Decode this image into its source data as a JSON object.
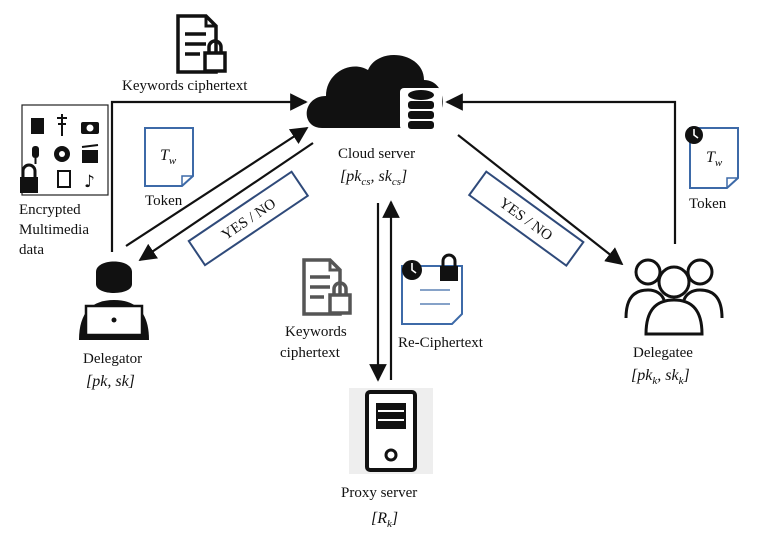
{
  "labels": {
    "keywords_ciphertext_top": "Keywords ciphertext",
    "cloud_server": "Cloud server",
    "encrypted_multimedia_line1": "Encrypted",
    "encrypted_multimedia_line2": "Multimedia",
    "encrypted_multimedia_line3": "data",
    "token_left": "Token",
    "token_right": "Token",
    "yes_no_left": "YES / NO",
    "yes_no_right": "YES / NO",
    "delegator": "Delegator",
    "keywords_ciphertext_mid_line1": "Keywords",
    "keywords_ciphertext_mid_line2": "ciphertext",
    "re_ciphertext": "Re-Ciphertext",
    "delegatee": "Delegatee",
    "proxy_server": "Proxy server"
  },
  "keys": {
    "cloud": {
      "open": "[",
      "var1": "pk",
      "sub1": "cs",
      "sep": ", ",
      "var2": "sk",
      "sub2": "cs",
      "close": "]"
    },
    "delegator": {
      "open": "[",
      "var1": "pk",
      "sep": ", ",
      "var2": "sk",
      "close": "]"
    },
    "delegatee": {
      "open": "[",
      "var1": "pk",
      "sub1": "k",
      "sep": ", ",
      "var2": "sk",
      "sub2": "k",
      "close": "]"
    },
    "proxy": {
      "open": "[",
      "var1": "R",
      "sub1": "k",
      "close": "]"
    }
  },
  "token_symbol": {
    "var": "T",
    "sub": "w"
  },
  "icons": [
    "document-lock-icon",
    "cloud-icon",
    "database-icon",
    "multimedia-files-icon",
    "token-document-icon",
    "clock-icon",
    "user-laptop-icon",
    "group-users-icon",
    "proxy-server-icon",
    "re-ciphertext-document-icon",
    "lock-icon"
  ],
  "colors": {
    "stroke": "#111111",
    "box_border": "#2f4a7a",
    "doc_border": "#3d6aa8",
    "icon_gray": "#555555"
  }
}
